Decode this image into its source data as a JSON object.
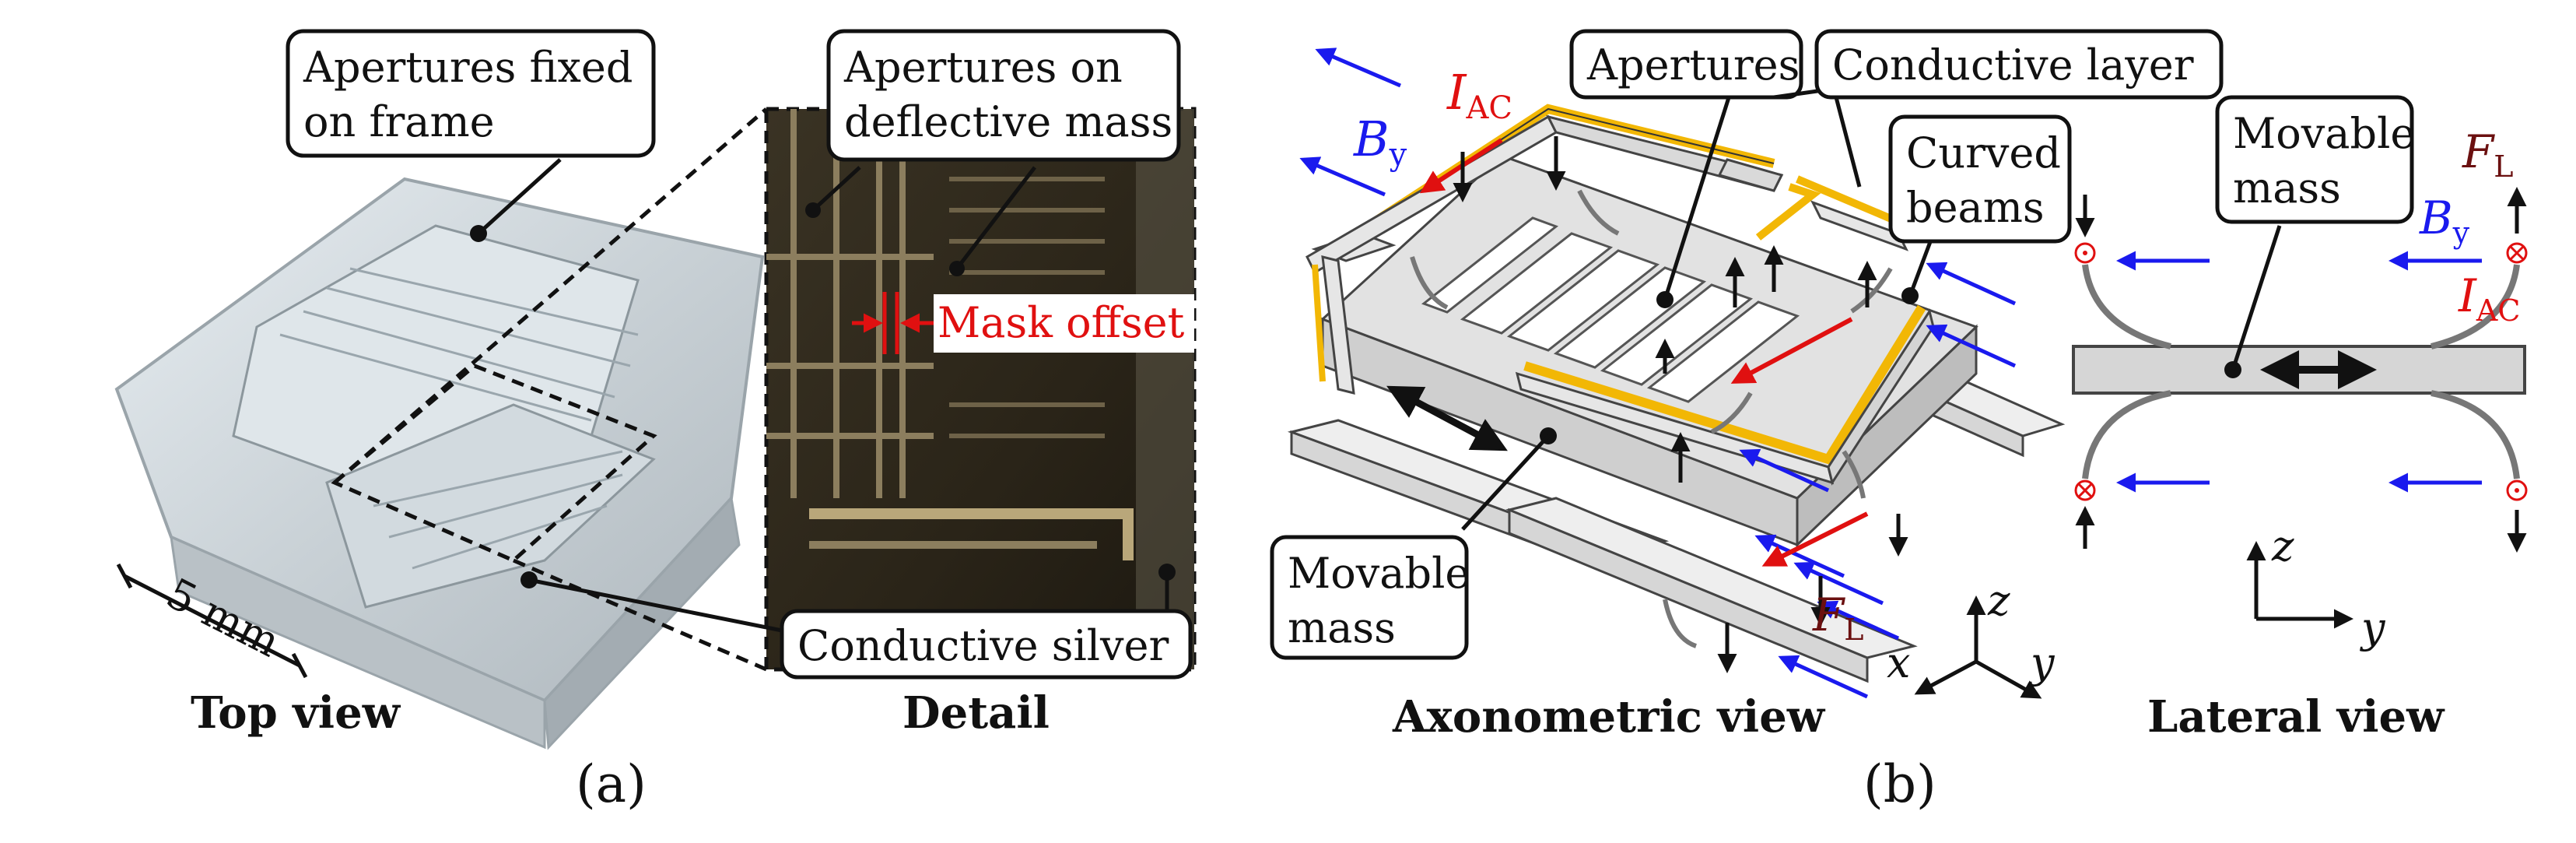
{
  "panel_a": {
    "label": "(a)",
    "top_view": {
      "caption": "Top view",
      "scale": "5 mm",
      "callout_frame_line1": "Apertures fixed",
      "callout_frame_line2": "on frame"
    },
    "detail": {
      "caption": "Detail",
      "callout_mass_line1": "Apertures on",
      "callout_mass_line2": "deflective mass",
      "mask_offset": "Mask offset",
      "callout_silver": "Conductive silver"
    }
  },
  "panel_b": {
    "label": "(b)",
    "axonometric": {
      "caption": "Axonometric view",
      "callout_apertures": "Apertures",
      "callout_layer": "Conductive layer",
      "callout_beams_line1": "Curved",
      "callout_beams_line2": "beams",
      "callout_mass_line1": "Movable",
      "callout_mass_line2": "mass",
      "i_ac_main": "I",
      "i_ac_sub": "AC",
      "b_y_main": "B",
      "b_y_sub": "y",
      "f_l_main": "F",
      "f_l_sub": "L",
      "axis_x": "x",
      "axis_y": "y",
      "axis_z": "z"
    },
    "lateral": {
      "caption": "Lateral view",
      "callout_mass_line1": "Movable",
      "callout_mass_line2": "mass",
      "f_l_main": "F",
      "f_l_sub": "L",
      "b_y_main": "B",
      "b_y_sub": "y",
      "i_ac_main": "I",
      "i_ac_sub": "AC",
      "axis_z": "z",
      "axis_y": "y"
    }
  },
  "colors": {
    "force_arrow": "#1a1aee",
    "current_arrow": "#e01010",
    "conductive_layer": "#f2b705",
    "part_gray": "#d6d6d6",
    "photo_dark": "#2a2418"
  }
}
